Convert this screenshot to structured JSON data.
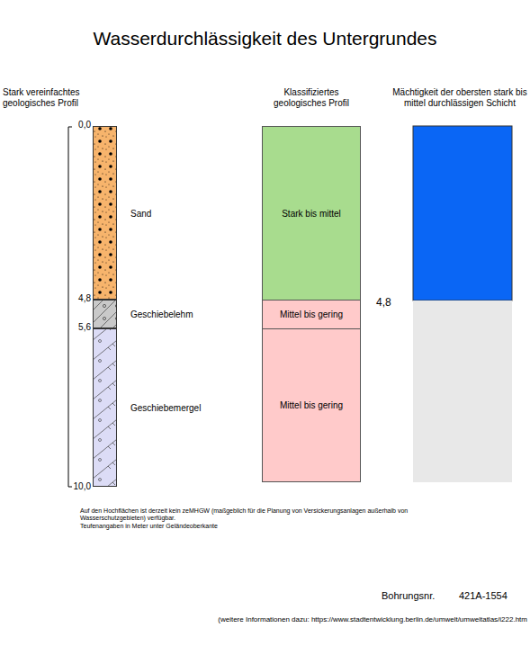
{
  "diagram": {
    "title": "Wasserdurchlässigkeit des Untergrundes",
    "nodes": [
      {
        "text": [
          "Sand"
        ]
      },
      {
        "text": [
          "Geschiebelehm"
        ]
      },
      {
        "text": [
          "Geschiebemergel"
        ]
      },
      {
        "text": [
          "Stark bis mittel"
        ]
      },
      {
        "text": [
          "Mittel bis gering"
        ]
      },
      {
        "text": [
          "Mittel bis gering"
        ]
      }
    ],
    "labels": [
      "Stark vereinfachtes geologisches Profil",
      "Klassifiziertes geologisches Profil",
      "Mächtigkeit der obersten stark bis mittel durchlässigen Schicht",
      "0,0",
      "4,8",
      "5,6",
      "10,0",
      "4,8",
      "Auf den Hochflächen ist derzeit kein zeMHGW (maßgeblich für die Planung von Versickerungsanlagen außerhalb von Wasserschutzgebieten) verfügbar.",
      "Teufenangaben in Meter unter Geländeoberkante",
      "Bohrungsnr.",
      "421A-1554",
      "(weitere Informationen dazu: https://www.stadtentwicklung.berlin.de/umwelt/umweltatlas/i222.htm"
    ]
  }
}
